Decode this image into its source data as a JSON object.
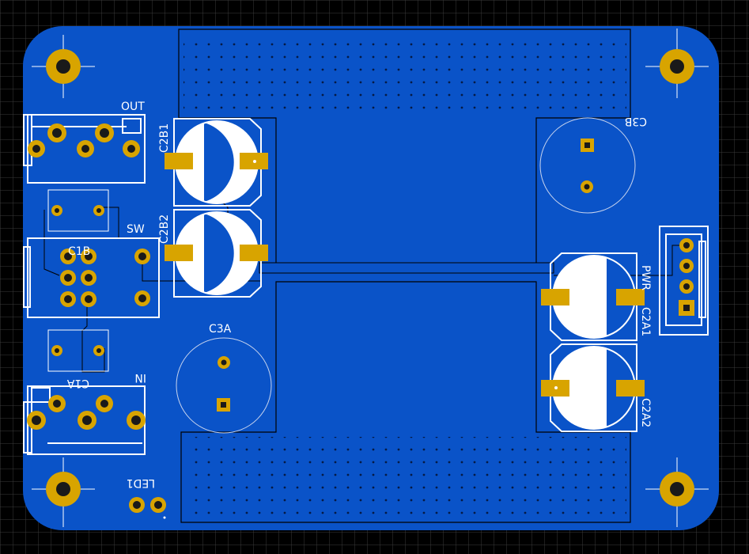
{
  "colors": {
    "background": "#000000",
    "grid": "#3a3a3a",
    "board_copper": "#0a53c8",
    "pad_gold": "#d8a400",
    "silkscreen": "#ffffff"
  },
  "components": {
    "out": "OUT",
    "c2b1": "C2B1",
    "c3b": "C3B",
    "c2b2": "C2B2",
    "sw": "SW",
    "c1b": "C1B",
    "pwr": "PWR",
    "c3a": "C3A",
    "c2a1": "C2A1",
    "c1a": "C1A",
    "in": "IN",
    "c2a2": "C2A2",
    "led1": "LED1"
  }
}
